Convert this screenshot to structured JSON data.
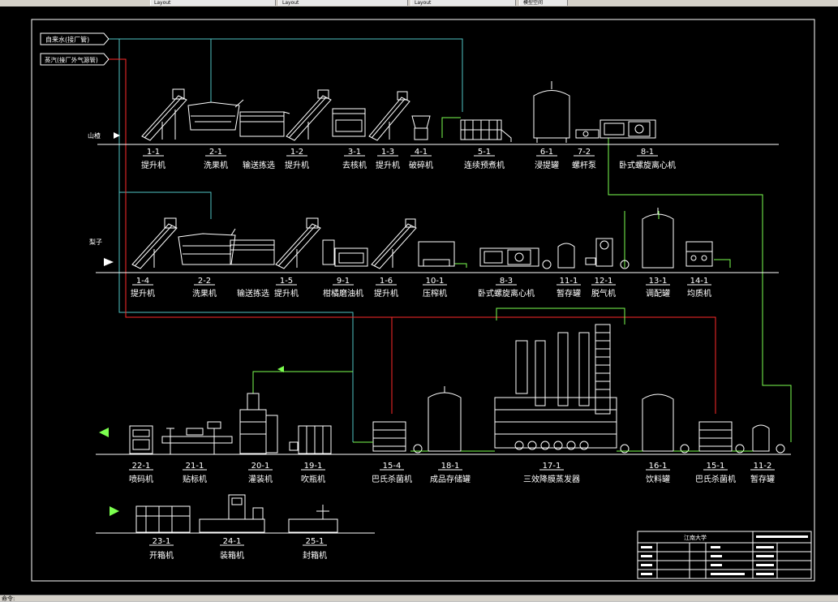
{
  "window": {
    "tabs": [
      "Layout",
      "Layout",
      "Layout",
      "模型空间"
    ],
    "status_text": "命令:"
  },
  "colors": {
    "background": "#000000",
    "equipment": "#ffffff",
    "water_line": "#4fc3c3",
    "steam_line": "#ff2a2a",
    "product_line": "#7cff4f",
    "label": "#ffffff"
  },
  "inputs": {
    "water": "自来水(接厂管)",
    "steam": "蒸汽(接厂外气源管)",
    "feed1": "山楂",
    "feed2": "梨子"
  },
  "row1": [
    {
      "code": "1-1",
      "name": "提升机"
    },
    {
      "code": "2-1",
      "name": "洗果机"
    },
    {
      "code": "",
      "name": "输送拣选"
    },
    {
      "code": "1-2",
      "name": "提升机"
    },
    {
      "code": "3-1",
      "name": "去核机"
    },
    {
      "code": "1-3",
      "name": "提升机"
    },
    {
      "code": "4-1",
      "name": "破碎机"
    },
    {
      "code": "5-1",
      "name": "连续预煮机"
    },
    {
      "code": "6-1",
      "name": "浸提罐"
    },
    {
      "code": "7-2",
      "name": "螺杆泵"
    },
    {
      "code": "8-1",
      "name": "卧式螺旋离心机"
    }
  ],
  "row2": [
    {
      "code": "1-4",
      "name": "提升机"
    },
    {
      "code": "2-2",
      "name": "洗果机"
    },
    {
      "code": "",
      "name": "输送拣选"
    },
    {
      "code": "1-5",
      "name": "提升机"
    },
    {
      "code": "9-1",
      "name": "柑橘磨油机"
    },
    {
      "code": "1-6",
      "name": "提升机"
    },
    {
      "code": "10-1",
      "name": "压榨机"
    },
    {
      "code": "8-3",
      "name": "卧式螺旋离心机"
    },
    {
      "code": "11-1",
      "name": "暂存罐"
    },
    {
      "code": "12-1",
      "name": "脱气机"
    },
    {
      "code": "13-1",
      "name": "调配罐"
    },
    {
      "code": "14-1",
      "name": "均质机"
    }
  ],
  "row3": [
    {
      "code": "22-1",
      "name": "喷码机"
    },
    {
      "code": "21-1",
      "name": "贴标机"
    },
    {
      "code": "20-1",
      "name": "灌装机"
    },
    {
      "code": "19-1",
      "name": "吹瓶机"
    },
    {
      "code": "15-4",
      "name": "巴氏杀菌机"
    },
    {
      "code": "18-1",
      "name": "成品存储罐"
    },
    {
      "code": "17-1",
      "name": "三效降膜蒸发器"
    },
    {
      "code": "16-1",
      "name": "饮料罐"
    },
    {
      "code": "15-1",
      "name": "巴氏杀菌机"
    },
    {
      "code": "11-2",
      "name": "暂存罐"
    }
  ],
  "row4": [
    {
      "code": "23-1",
      "name": "开箱机"
    },
    {
      "code": "24-1",
      "name": "装箱机"
    },
    {
      "code": "25-1",
      "name": "封箱机"
    }
  ],
  "title_block": {
    "school": "江南大学"
  }
}
